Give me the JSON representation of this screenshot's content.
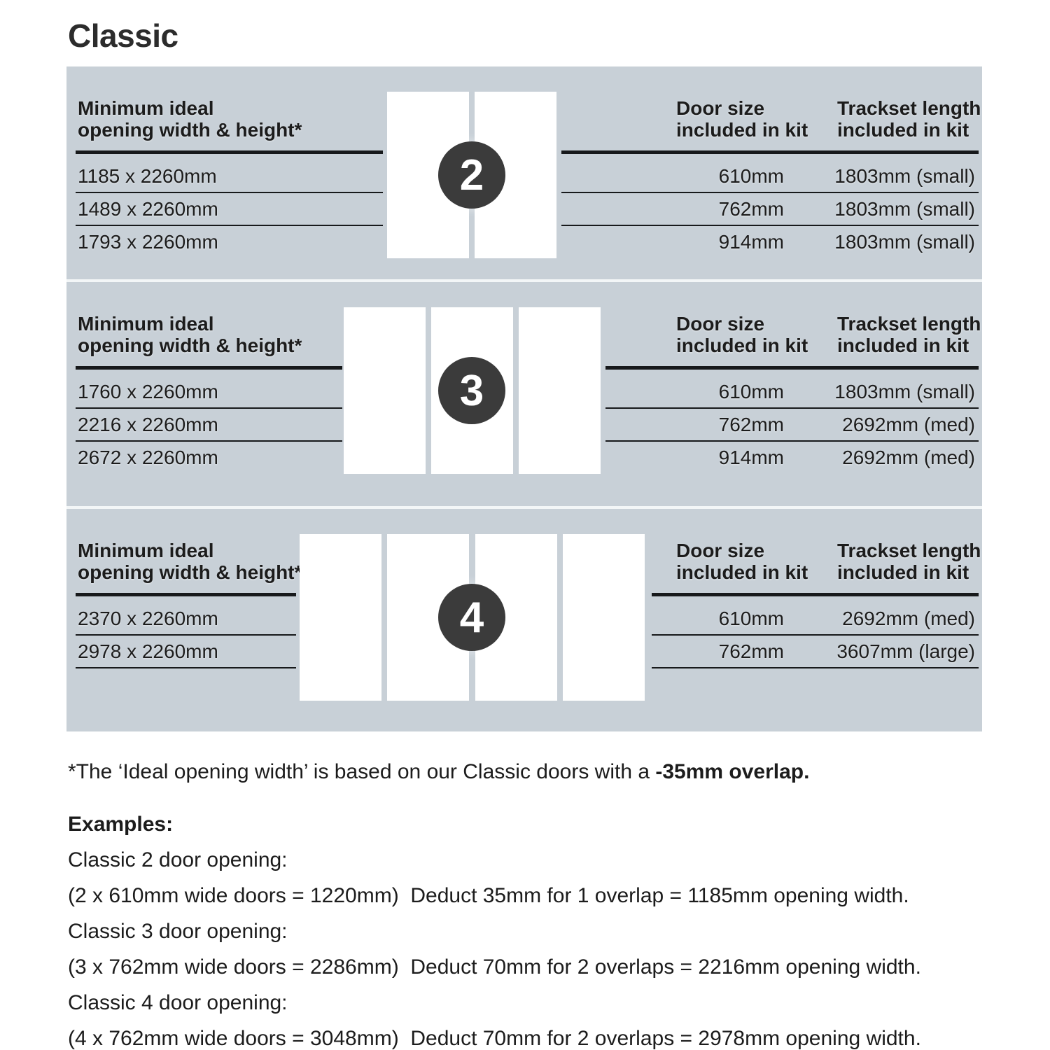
{
  "title": "Classic",
  "table_headers": {
    "opening_l1": "Minimum ideal",
    "opening_l2": "opening width & height*",
    "door_l1": "Door size",
    "door_l2": "included in kit",
    "track_l1": "Trackset length",
    "track_l2": "included in kit"
  },
  "sections": [
    {
      "badge": "2",
      "rows": [
        {
          "opening": "1185 x 2260mm",
          "door": "610mm",
          "track": "1803mm (small)"
        },
        {
          "opening": "1489 x 2260mm",
          "door": "762mm",
          "track": "1803mm (small)"
        },
        {
          "opening": "1793 x 2260mm",
          "door": "914mm",
          "track": "1803mm (small)"
        }
      ]
    },
    {
      "badge": "3",
      "rows": [
        {
          "opening": "1760 x 2260mm",
          "door": "610mm",
          "track": "1803mm (small)"
        },
        {
          "opening": "2216 x 2260mm",
          "door": "762mm",
          "track": "2692mm (med)"
        },
        {
          "opening": "2672 x 2260mm",
          "door": "914mm",
          "track": "2692mm (med)"
        }
      ]
    },
    {
      "badge": "4",
      "rows": [
        {
          "opening": "2370 x 2260mm",
          "door": "610mm",
          "track": "2692mm (med)"
        },
        {
          "opening": "2978 x 2260mm",
          "door": "762mm",
          "track": "3607mm (large)"
        }
      ]
    }
  ],
  "footnote": {
    "regular": "*The ‘Ideal opening width’ is based on our Classic doors with a ",
    "bold": "-35mm overlap."
  },
  "examples": {
    "heading": "Examples:",
    "items": [
      {
        "label": "Classic 2 door opening:",
        "detail": "(2 x 610mm wide doors = 1220mm)  Deduct 35mm for 1 overlap = 1185mm opening width."
      },
      {
        "label": "Classic 3 door opening:",
        "detail": "(3 x 762mm wide doors = 2286mm)  Deduct 70mm for 2 overlaps = 2216mm opening width."
      },
      {
        "label": "Classic 4 door opening:",
        "detail": "(4 x 762mm wide doors = 3048mm)  Deduct 70mm for 2 overlaps = 2978mm opening width."
      }
    ]
  },
  "colors": {
    "panel_background": "#c8d0d7",
    "badge_background": "#3b3b3b",
    "rule_line": "#17191b",
    "text": "#1c1c1c"
  }
}
